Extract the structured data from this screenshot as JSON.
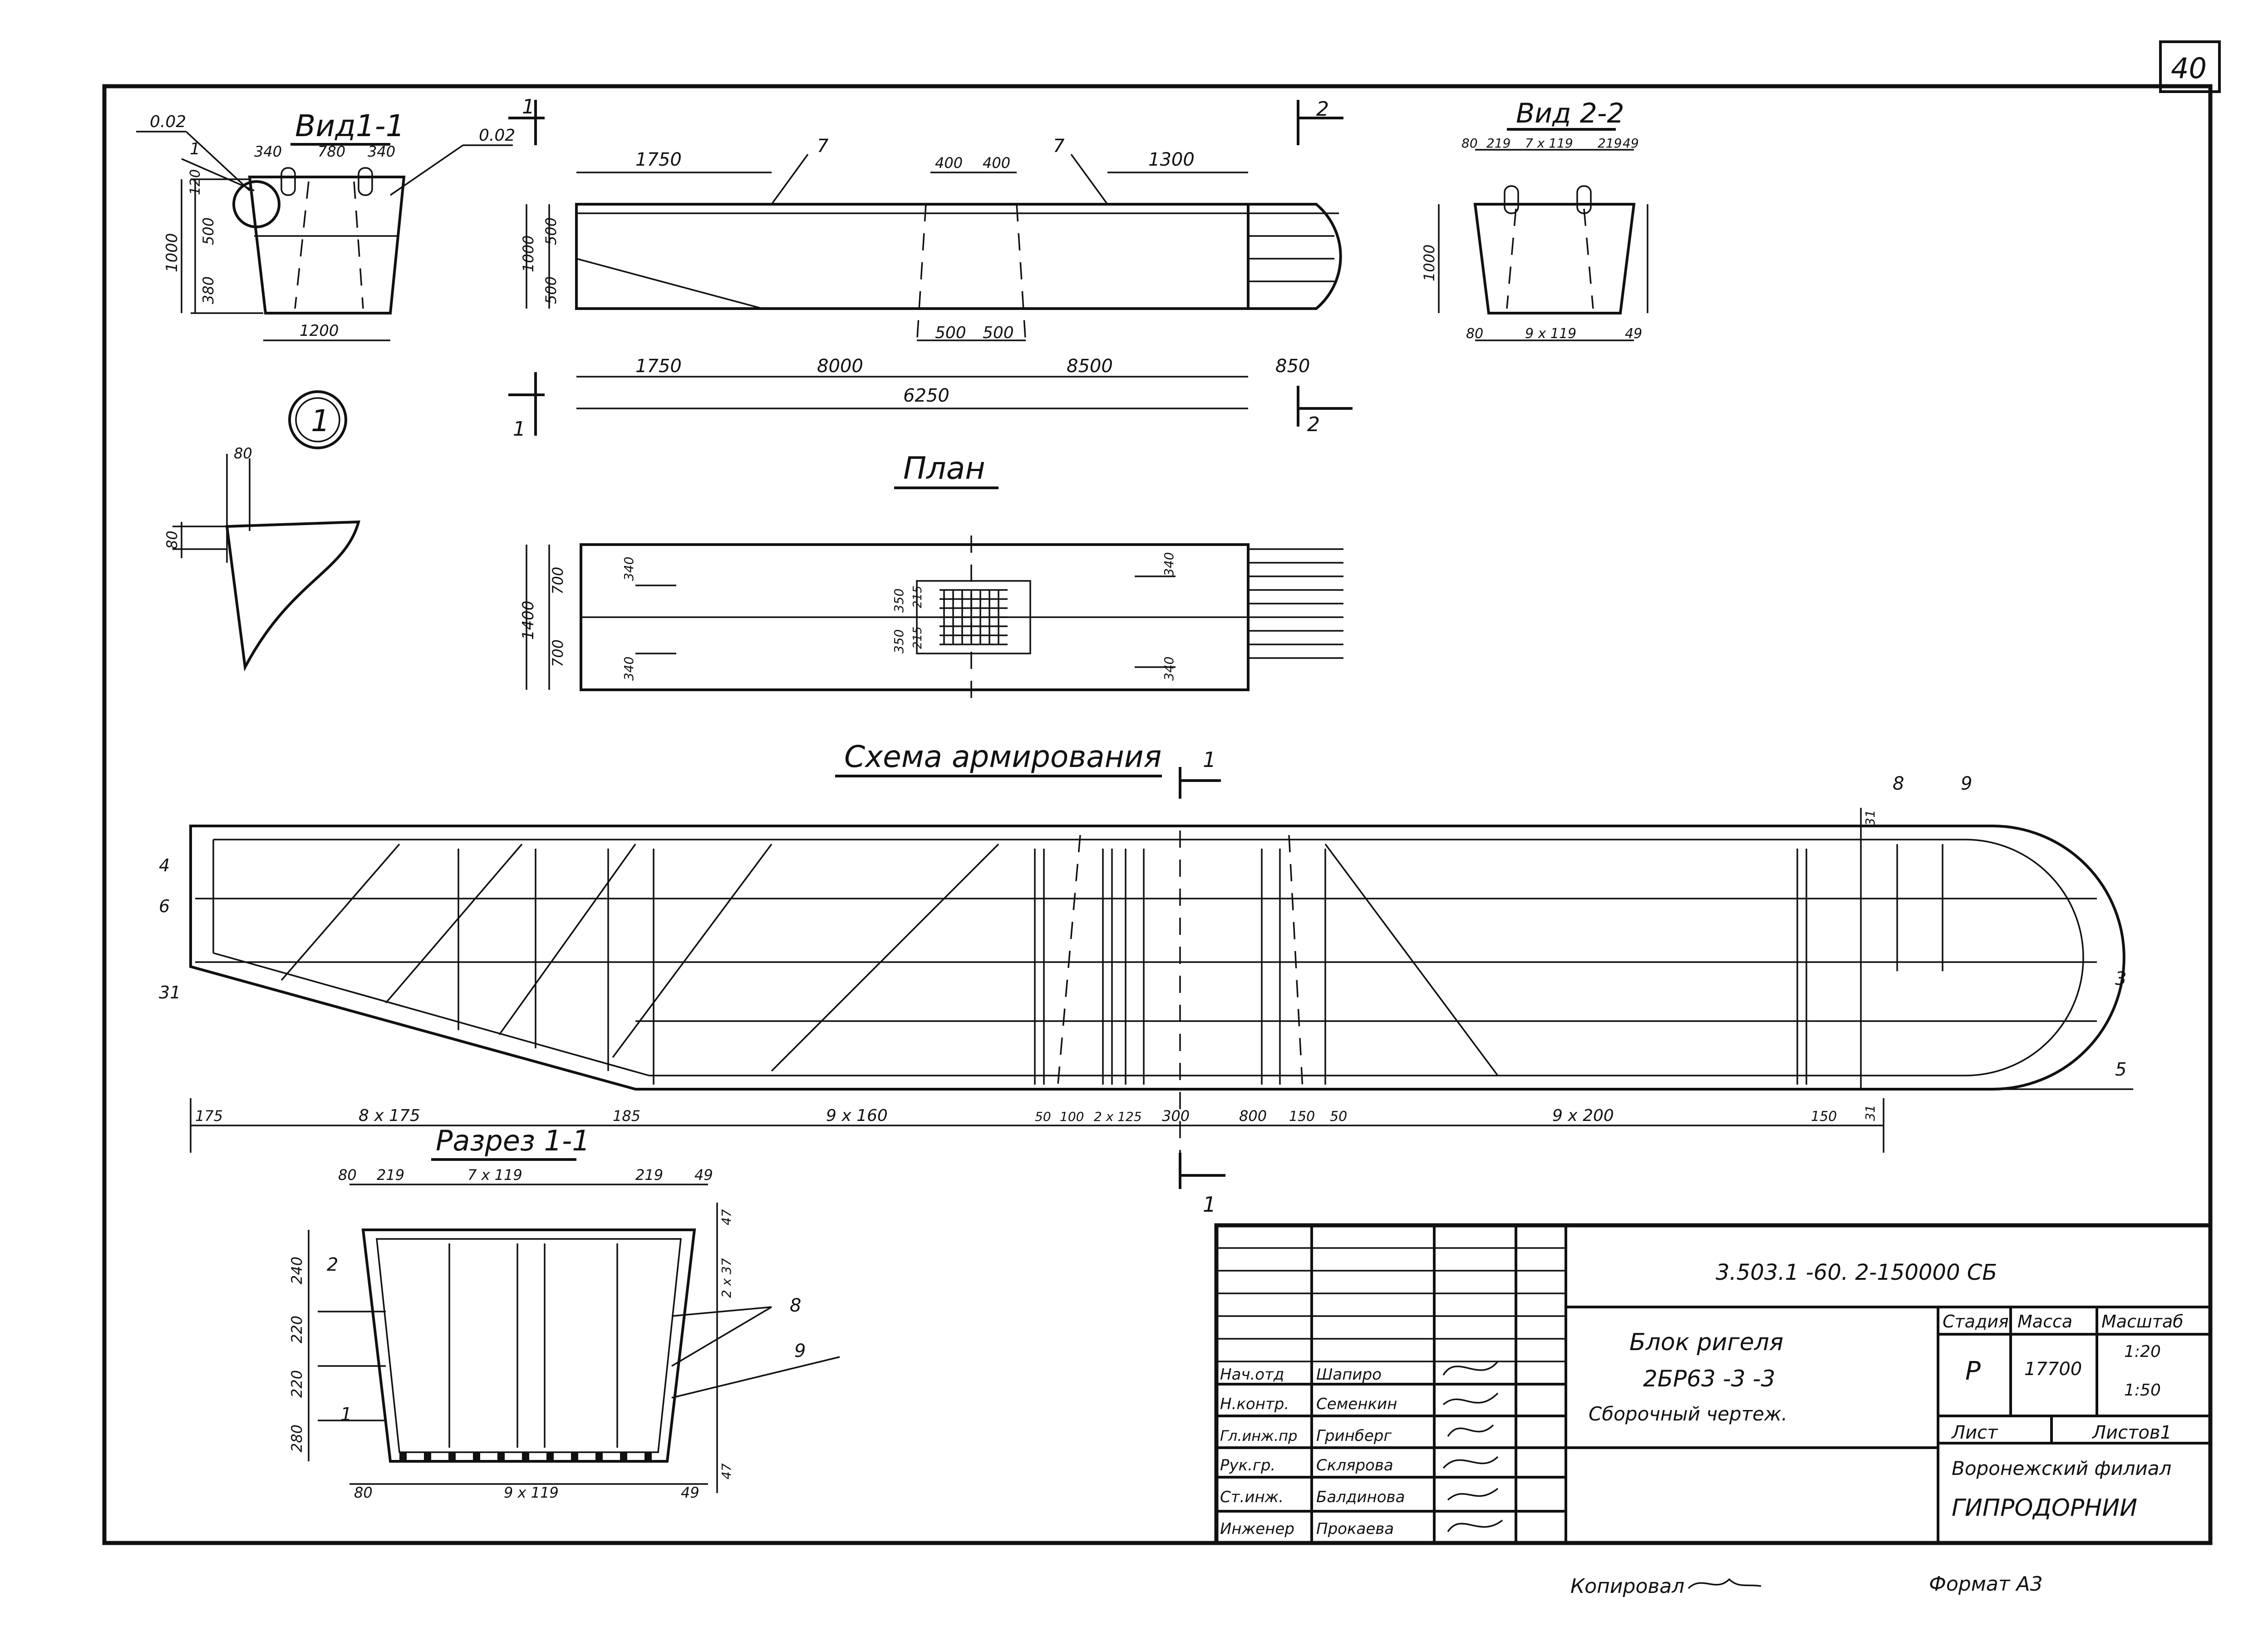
{
  "sheet": {
    "page_number": "40",
    "views": {
      "view_1_1": "Вид1-1",
      "view_2_2": "Вид 2-2",
      "plan": "План",
      "reinforcement_scheme": "Схема армирования",
      "section_1_1": "Разрез 1-1",
      "detail_marker": "1"
    },
    "view_1_1_dims": [
      "0.02",
      "0.02",
      "1",
      "340",
      "780",
      "340",
      "120",
      "500",
      "380",
      "1000",
      "1200"
    ],
    "elevation_dims": {
      "top": [
        "1750",
        "7",
        "400",
        "400",
        "7",
        "1300"
      ],
      "middle": [
        "500",
        "500"
      ],
      "bottom": [
        "1750",
        "8000",
        "8500",
        "850"
      ],
      "overall": "6250",
      "left": [
        "1000",
        "500",
        "500"
      ],
      "section_marks": [
        "1",
        "1",
        "2",
        "2"
      ]
    },
    "view_2_2_dims": [
      "80",
      "219",
      "7 x 119",
      "219",
      "49",
      "1000",
      "80",
      "9 x 119",
      "49"
    ],
    "detail_dims": [
      "80",
      "80"
    ],
    "plan_dims": [
      "1400",
      "700",
      "700",
      "340",
      "340",
      "340",
      "340",
      "350",
      "350",
      "215",
      "215"
    ],
    "scheme": {
      "left_marks": [
        "4",
        "6",
        "31"
      ],
      "right_marks": [
        "8",
        "9",
        "3",
        "5"
      ],
      "bottom_dims": [
        "175",
        "8 x 175",
        "185",
        "9 x 160",
        "50",
        "100",
        "2 x 125",
        "300",
        "800",
        "150",
        "50",
        "9 x 200",
        "150"
      ],
      "right_dims": [
        "31",
        "31"
      ],
      "section_marks": [
        "1",
        "1"
      ]
    },
    "section_1_1_dims": {
      "top": [
        "80",
        "219",
        "7 x 119",
        "219",
        "49"
      ],
      "bottom": [
        "80",
        "9 x 119",
        "49"
      ],
      "left": [
        "240",
        "220",
        "220",
        "280"
      ],
      "right": [
        "47",
        "2 x 37",
        "47"
      ],
      "marks": [
        "2",
        "1",
        "8",
        "9"
      ]
    },
    "title_block": {
      "document_code": "3.503.1 -60. 2-150000 СБ",
      "title_line1": "Блок ригеля",
      "title_line2": "2БР63 -3 -3",
      "title_line3": "Сборочный чертеж.",
      "stage_header": "Стадия",
      "mass_header": "Масса",
      "scale_header": "Масштаб",
      "stage_value": "Р",
      "mass_value": "17700",
      "scale_values": [
        "1:20",
        "1:50"
      ],
      "sheet_label": "Лист",
      "sheets_label": "Листов1",
      "organization_line1": "Воронежский филиал",
      "organization_line2": "ГИПРОДОРНИИ",
      "signatures": [
        {
          "role": "Нач.отд",
          "name": "Шапиро"
        },
        {
          "role": "Н.контр.",
          "name": "Семенкин"
        },
        {
          "role": "Гл.инж.пр",
          "name": "Гринберг"
        },
        {
          "role": "Рук.гр.",
          "name": "Склярова"
        },
        {
          "role": "Ст.инж.",
          "name": "Балдинова"
        },
        {
          "role": "Инженер",
          "name": "Прокаева"
        }
      ]
    },
    "footer": {
      "copied_by": "Копировал",
      "format": "Формат А3"
    }
  }
}
